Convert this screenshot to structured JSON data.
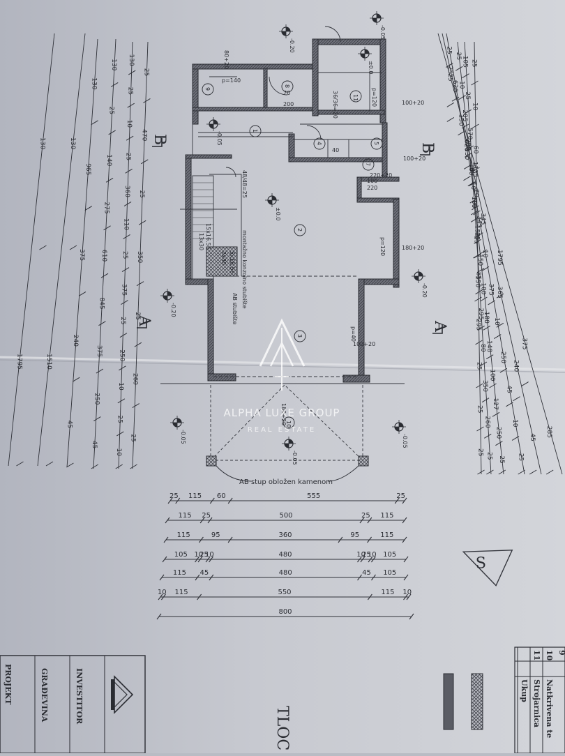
{
  "watermark": {
    "brand": "ALPHA LUXE GROUP",
    "sub": "REAL ESTATE"
  },
  "level_marks": [
    "±0.0",
    "±0.0",
    "-0.05",
    "-0.20",
    "-0.20",
    "-0.20",
    "-0.05",
    "-0.05",
    "-0.05",
    "-0.05"
  ],
  "section_marks": [
    "B",
    "B",
    "A",
    "A"
  ],
  "room_numbers": [
    "1",
    "2",
    "3",
    "4",
    "5",
    "7",
    "8",
    "9",
    "10",
    "11"
  ],
  "notes": {
    "stair_text": [
      "montažno konzolno stubište",
      "AB stubište"
    ],
    "stair_dims": [
      "2x30",
      "5x16.56",
      "13x30",
      "15x16.56"
    ],
    "column_note": "AB stup obložen kamenom",
    "openings": [
      "p=140",
      "p=120",
      "p=120",
      "p=40",
      "80+20",
      "100+20",
      "100+20",
      "100+20",
      "180+20",
      "220+20",
      "180+20",
      "70",
      "200",
      "100",
      "220",
      "36/36=20",
      "48/48=25",
      "40"
    ]
  },
  "left_dims": {
    "col1": [
      "130",
      "1795"
    ],
    "col2": [
      "130",
      "1510"
    ],
    "col3": [
      "130",
      "965",
      "375",
      "240",
      "45"
    ],
    "col4": [
      "130",
      "25",
      "140",
      "275",
      "610",
      "845",
      "375",
      "250",
      "45"
    ],
    "col5": [
      "130",
      "25",
      "10",
      "25",
      "360",
      "110",
      "25",
      "375",
      "25",
      "250",
      "10",
      "25",
      "10"
    ],
    "col6": [
      "25",
      "470",
      "25",
      "350",
      "25",
      "260",
      "25"
    ]
  },
  "right_dims": {
    "col1": [
      "25",
      "1135",
      "1795",
      "375",
      "285"
    ],
    "col2": [
      "25",
      "620",
      "345",
      "365",
      "240",
      "45"
    ],
    "col3": [
      "25",
      "620",
      "150",
      "130",
      "10",
      "345",
      "10",
      "375",
      "10",
      "250",
      "45",
      "10",
      "25"
    ],
    "col4": [
      "25",
      "10",
      "205",
      "280",
      "60",
      "100",
      "150",
      "150",
      "100",
      "180",
      "148",
      "100",
      "127",
      "250",
      "25"
    ],
    "col5": [
      "105",
      "25",
      "570",
      "15",
      "10",
      "25",
      "85",
      "295",
      "80",
      "350",
      "260",
      "25"
    ],
    "col6": [
      "25",
      "10",
      "60",
      "20",
      "25",
      "150",
      "295",
      "25",
      "25",
      "25"
    ]
  },
  "bottom_dims": [
    [
      "25",
      "115",
      "60",
      "555",
      "25"
    ],
    [
      "115",
      "25",
      "500",
      "25",
      "115"
    ],
    [
      "115",
      "95",
      "360",
      "95",
      "115"
    ],
    [
      "105",
      "10",
      "25",
      "10",
      "480",
      "10",
      "25",
      "10",
      "105"
    ],
    [
      "115",
      "45",
      "480",
      "45",
      "105"
    ],
    [
      "10",
      "115",
      "550",
      "115",
      "10"
    ],
    [
      "800"
    ]
  ],
  "title_block": {
    "rows": [
      "INVESTITOR",
      "GRAĐEVINA",
      "PROJEKT"
    ],
    "big_title": "TLOC",
    "legend": [
      {
        "num": "9",
        "text": ""
      },
      {
        "num": "10",
        "text": "Natkrivena te"
      },
      {
        "num": "11",
        "text": "Strojarnica"
      },
      {
        "num": "",
        "text": "Ukup"
      }
    ]
  }
}
